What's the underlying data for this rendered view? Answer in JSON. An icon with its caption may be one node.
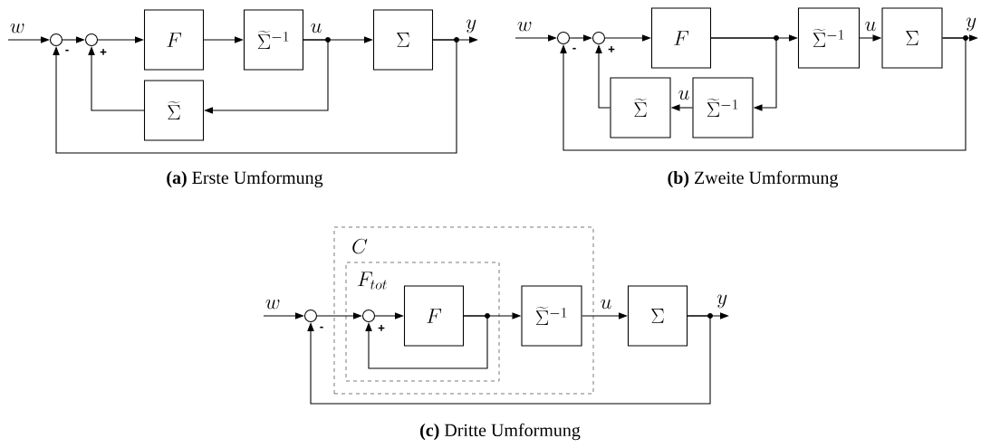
{
  "diagram": {
    "nodes": [
      {
        "text": [],
        "shape": "circle"
      },
      {
        "text": [],
        "shape": "circle"
      },
      {
        "text": [
          "F"
        ]
      },
      {
        "text": [
          "\\widetilde{\\Sigma}^{-1}"
        ]
      },
      {
        "text": [
          "\\Sigma"
        ]
      },
      {
        "text": [
          "\\widetilde{\\Sigma}"
        ]
      },
      {
        "text": [],
        "shape": "circle"
      },
      {
        "text": [],
        "shape": "circle"
      },
      {
        "text": [
          "F"
        ]
      },
      {
        "text": [
          "\\widetilde{\\Sigma}^{-1}"
        ]
      },
      {
        "text": [
          "\\Sigma"
        ]
      },
      {
        "text": [
          "\\widetilde{\\Sigma}"
        ]
      },
      {
        "text": [
          "\\widetilde{\\Sigma}^{-1}"
        ]
      },
      {
        "text": [
          "C"
        ]
      },
      {
        "text": [
          "F_{tot}"
        ],
        "in": 13
      },
      {
        "text": [],
        "shape": "circle"
      },
      {
        "text": [],
        "shape": "circle",
        "in": 14
      },
      {
        "text": [
          "F"
        ],
        "in": 14
      },
      {
        "text": [
          "\\widetilde{\\Sigma}^{-1}"
        ],
        "in": 13
      },
      {
        "text": [
          "\\Sigma"
        ]
      },
      {
        "text": [
          "w"
        ]
      },
      {
        "text": [
          "y"
        ]
      },
      {
        "text": [
          "w"
        ]
      },
      {
        "text": [
          "y"
        ]
      },
      {
        "text": [
          "w"
        ]
      },
      {
        "text": [
          "y"
        ]
      }
    ],
    "edges": [
      {
        "from": 20,
        "to": 0,
        "arrow": "to"
      },
      {
        "from": 0,
        "to": 1,
        "arrow": "to"
      },
      {
        "from": 1,
        "to": 2,
        "arrow": "to"
      },
      {
        "from": 2,
        "to": 3,
        "arrow": "to"
      },
      {
        "from": 3,
        "to": 4,
        "arrow": "to"
      },
      {
        "from": 3,
        "to": 5,
        "arrow": "to"
      },
      {
        "from": 5,
        "to": 1,
        "arrow": "to"
      },
      {
        "from": 4,
        "to": 0,
        "arrow": "to"
      },
      {
        "from": 4,
        "to": 21,
        "arrow": "to"
      },
      {
        "from": 22,
        "to": 6,
        "arrow": "to"
      },
      {
        "from": 6,
        "to": 7,
        "arrow": "to"
      },
      {
        "from": 7,
        "to": 8,
        "arrow": "to"
      },
      {
        "from": 8,
        "to": 9,
        "arrow": "to"
      },
      {
        "from": 8,
        "to": 12,
        "arrow": "to"
      },
      {
        "from": 12,
        "to": 11,
        "arrow": "to"
      },
      {
        "from": 11,
        "to": 7,
        "arrow": "to"
      },
      {
        "from": 9,
        "to": 10,
        "arrow": "to"
      },
      {
        "from": 10,
        "to": 6,
        "arrow": "to"
      },
      {
        "from": 10,
        "to": 23,
        "arrow": "to"
      },
      {
        "from": 24,
        "to": 15,
        "arrow": "to"
      },
      {
        "from": 15,
        "to": 16,
        "arrow": "to"
      },
      {
        "from": 16,
        "to": 17,
        "arrow": "to"
      },
      {
        "from": 17,
        "to": 18,
        "arrow": "to"
      },
      {
        "from": 17,
        "to": 16,
        "arrow": "to"
      },
      {
        "from": 18,
        "to": 19,
        "arrow": "to"
      },
      {
        "from": 19,
        "to": 15,
        "arrow": "to"
      },
      {
        "from": 19,
        "to": 25,
        "arrow": "to"
      }
    ],
    "labels": [
      "-",
      "+",
      "u",
      "**(a)** Erste Umformung",
      "-",
      "+",
      "u",
      "u",
      "**(b)** Zweite Umformung",
      "-",
      "+",
      "u",
      "**(c)** Dritte Umformung"
    ]
  }
}
